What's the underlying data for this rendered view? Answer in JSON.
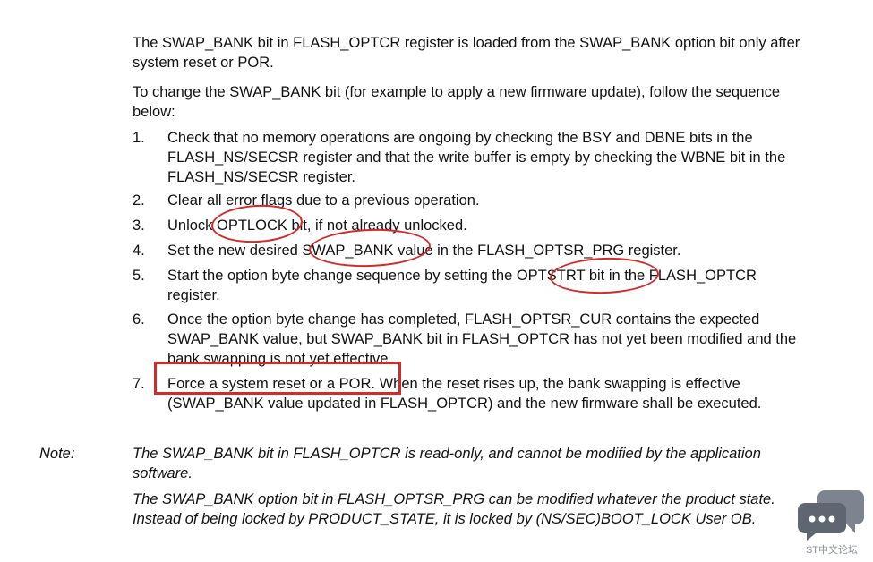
{
  "intro": [
    "The SWAP_BANK bit in FLASH_OPTCR register is loaded from the SWAP_BANK option bit only after system reset or POR.",
    "To change the SWAP_BANK bit (for example to apply a new firmware update), follow the sequence below:"
  ],
  "steps": [
    {
      "num": "1.",
      "text": "Check that no memory operations are ongoing by checking the BSY and DBNE bits in the FLASH_NS/SECSR register and that the write buffer is empty by checking the WBNE bit in the FLASH_NS/SECSR register."
    },
    {
      "num": "2.",
      "text": "Clear all error flags due to a previous operation."
    },
    {
      "num": "3.",
      "text": "Unlock OPTLOCK bit, if not already unlocked."
    },
    {
      "num": "4.",
      "text": "Set the new desired SWAP_BANK value in the FLASH_OPTSR_PRG register."
    },
    {
      "num": "5.",
      "text": "Start the option byte change sequence by setting the OPTSTRT bit in the FLASH_OPTCR register."
    },
    {
      "num": "6.",
      "text": "Once the option byte change has completed, FLASH_OPTSR_CUR contains the expected SWAP_BANK value, but SWAP_BANK bit in FLASH_OPTCR has not yet been modified and the bank swapping is not yet effective."
    },
    {
      "num": "7.",
      "text": "Force a system reset or a POR. When the reset rises up, the bank swapping is effective (SWAP_BANK value updated in FLASH_OPTCR) and the new firmware shall be executed."
    }
  ],
  "note": {
    "label": "Note:",
    "paragraphs": [
      "The SWAP_BANK bit in FLASH_OPTCR is read-only, and cannot be modified by the application software.",
      "The SWAP_BANK option bit in FLASH_OPTSR_PRG can be modified whatever the product state. Instead of being locked by PRODUCT_STATE, it is locked by (NS/SEC)BOOT_LOCK User OB."
    ]
  },
  "watermark": {
    "text": "ST中文论坛",
    "icon": "chat-bubbles-icon"
  },
  "colors": {
    "annotation": "#d42a2a",
    "text": "#111111",
    "watermark": "#6f7683"
  }
}
